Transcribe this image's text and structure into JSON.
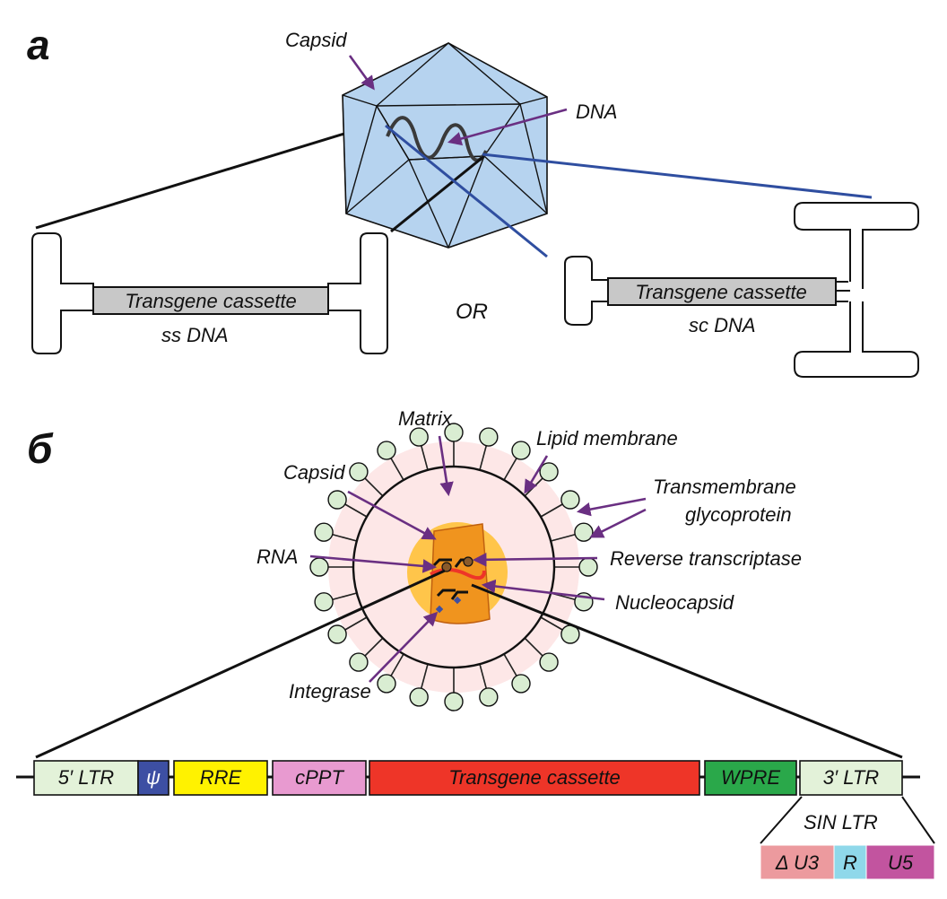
{
  "panel_a": {
    "letter": "a",
    "capsid_label": "Capsid",
    "dna_label": "DNA",
    "ss_cassette": "Transgene cassette",
    "ss_caption": "ss DNA",
    "or_label": "OR",
    "sc_cassette": "Transgene cassette",
    "sc_caption": "sc DNA"
  },
  "panel_b": {
    "letter": "б",
    "labels": {
      "matrix": "Matrix",
      "lipid_membrane": "Lipid membrane",
      "capsid": "Capsid",
      "transmembrane_1": "Transmembrane",
      "transmembrane_2": "glycoprotein",
      "rna": "RNA",
      "reverse_transcriptase": "Reverse transcriptase",
      "nucleocapsid": "Nucleocapsid",
      "integrase": "Integrase"
    },
    "vector": [
      {
        "label": "5′ LTR",
        "color": "#e3f2d9"
      },
      {
        "label": "ψ",
        "color": "#3d4fa3"
      },
      {
        "label": "RRE",
        "color": "#fff200"
      },
      {
        "label": "cPPT",
        "color": "#e89ad0"
      },
      {
        "label": "Transgene cassette",
        "color": "#ee3528"
      },
      {
        "label": "WPRE",
        "color": "#2aa84a"
      },
      {
        "label": "3′ LTR",
        "color": "#e3f2d9"
      }
    ],
    "sin_label": "SIN LTR",
    "sin_parts": [
      {
        "label": "Δ U3",
        "color": "#ec9a9e"
      },
      {
        "label": "R",
        "color": "#8fd8ea"
      },
      {
        "label": "U5",
        "color": "#c2549f"
      }
    ]
  },
  "colors": {
    "capsid_fill": "#b6d3ef",
    "arrow": "#6a2f82",
    "blue_line": "#2f4ea0",
    "cassette_box": "#c8c8c8",
    "virion_halo": "#fde7e7",
    "core_glow": "#ffc54a",
    "core": "#f0941e",
    "spike": "#d9edd2"
  }
}
